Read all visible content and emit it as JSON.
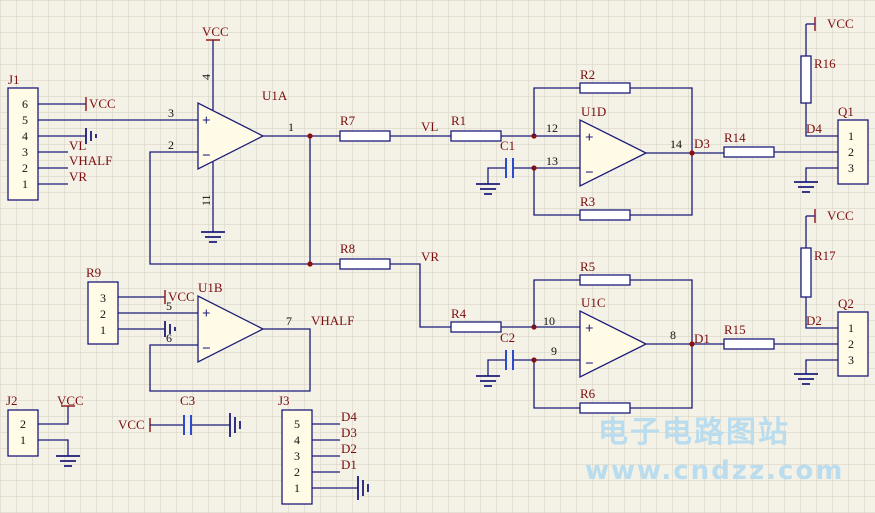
{
  "connectors": {
    "j1": {
      "ref": "J1",
      "pins": [
        "6",
        "5",
        "4",
        "3",
        "2",
        "1"
      ]
    },
    "j2": {
      "ref": "J2",
      "pins": [
        "2",
        "1"
      ]
    },
    "j3": {
      "ref": "J3",
      "pins": [
        "5",
        "4",
        "3",
        "2",
        "1"
      ]
    },
    "r9": {
      "ref": "R9",
      "pins": [
        "3",
        "2",
        "1"
      ]
    },
    "q1": {
      "ref": "Q1",
      "pins": [
        "1",
        "2",
        "3"
      ]
    },
    "q2": {
      "ref": "Q2",
      "pins": [
        "1",
        "2",
        "3"
      ]
    }
  },
  "opamps": {
    "u1a": {
      "ref": "U1A",
      "pin_in_plus": "3",
      "pin_in_minus": "2",
      "pin_out": "1",
      "pin_vcc": "4",
      "pin_gnd": "11"
    },
    "u1b": {
      "ref": "U1B",
      "pin_in_plus": "5",
      "pin_in_minus": "6",
      "pin_out": "7"
    },
    "u1c": {
      "ref": "U1C",
      "pin_in_plus": "10",
      "pin_in_minus": "9",
      "pin_out": "8"
    },
    "u1d": {
      "ref": "U1D",
      "pin_in_plus": "12",
      "pin_in_minus": "13",
      "pin_out": "14"
    }
  },
  "resistors": {
    "r1": "R1",
    "r2": "R2",
    "r3": "R3",
    "r4": "R4",
    "r5": "R5",
    "r6": "R6",
    "r7": "R7",
    "r8": "R8",
    "r14": "R14",
    "r15": "R15",
    "r16": "R16",
    "r17": "R17"
  },
  "capacitors": {
    "c1": "C1",
    "c2": "C2",
    "c3": "C3"
  },
  "nets": {
    "vcc": "VCC",
    "vl": "VL",
    "vr": "VR",
    "vhalf": "VHALF",
    "d1": "D1",
    "d2": "D2",
    "d3": "D3",
    "d4": "D4"
  },
  "watermark": {
    "title": "电子电路图站",
    "url": "www.cndzz.com"
  }
}
